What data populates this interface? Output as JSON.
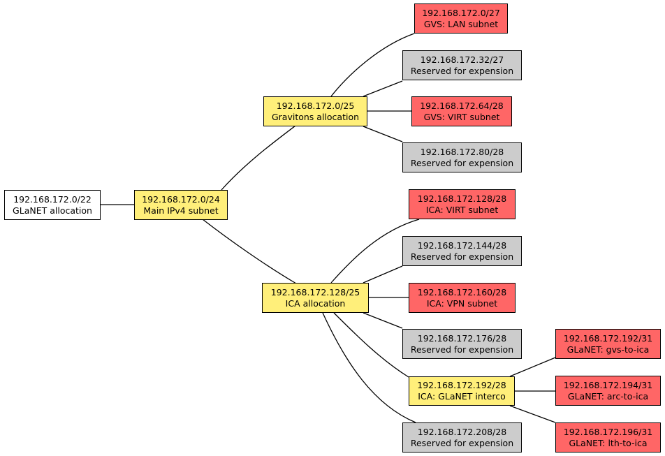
{
  "colors": {
    "allocation": "#ffef7a",
    "subnet": "#ff6666",
    "reserved": "#cccccc",
    "root": "#ffffff"
  },
  "nodes": {
    "root": {
      "cidr": "192.168.172.0/22",
      "label": "GLaNET allocation",
      "kind": "root"
    },
    "main": {
      "cidr": "192.168.172.0/24",
      "label": "Main IPv4 subnet",
      "kind": "allocation"
    },
    "gravitons": {
      "cidr": "192.168.172.0/25",
      "label": "Gravitons allocation",
      "kind": "allocation"
    },
    "ica": {
      "cidr": "192.168.172.128/25",
      "label": "ICA allocation",
      "kind": "allocation"
    },
    "gvs_lan": {
      "cidr": "192.168.172.0/27",
      "label": "GVS: LAN subnet",
      "kind": "subnet"
    },
    "res_32": {
      "cidr": "192.168.172.32/27",
      "label": "Reserved for expension",
      "kind": "reserved"
    },
    "gvs_virt": {
      "cidr": "192.168.172.64/28",
      "label": "GVS: VIRT subnet",
      "kind": "subnet"
    },
    "res_80": {
      "cidr": "192.168.172.80/28",
      "label": "Reserved for expension",
      "kind": "reserved"
    },
    "ica_virt": {
      "cidr": "192.168.172.128/28",
      "label": "ICA: VIRT subnet",
      "kind": "subnet"
    },
    "res_144": {
      "cidr": "192.168.172.144/28",
      "label": "Reserved for expension",
      "kind": "reserved"
    },
    "ica_vpn": {
      "cidr": "192.168.172.160/28",
      "label": "ICA: VPN subnet",
      "kind": "subnet"
    },
    "res_176": {
      "cidr": "192.168.172.176/28",
      "label": "Reserved for expension",
      "kind": "reserved"
    },
    "ica_interco": {
      "cidr": "192.168.172.192/28",
      "label": "ICA: GLaNET interco",
      "kind": "allocation"
    },
    "res_208": {
      "cidr": "192.168.172.208/28",
      "label": "Reserved for expension",
      "kind": "reserved"
    },
    "gvs_to_ica": {
      "cidr": "192.168.172.192/31",
      "label": "GLaNET: gvs-to-ica",
      "kind": "subnet"
    },
    "arc_to_ica": {
      "cidr": "192.168.172.194/31",
      "label": "GLaNET: arc-to-ica",
      "kind": "subnet"
    },
    "lth_to_ica": {
      "cidr": "192.168.172.196/31",
      "label": "GLaNET: lth-to-ica",
      "kind": "subnet"
    }
  },
  "edges": [
    [
      "root",
      "main"
    ],
    [
      "main",
      "gravitons"
    ],
    [
      "main",
      "ica"
    ],
    [
      "gravitons",
      "gvs_lan"
    ],
    [
      "gravitons",
      "res_32"
    ],
    [
      "gravitons",
      "gvs_virt"
    ],
    [
      "gravitons",
      "res_80"
    ],
    [
      "ica",
      "ica_virt"
    ],
    [
      "ica",
      "res_144"
    ],
    [
      "ica",
      "ica_vpn"
    ],
    [
      "ica",
      "res_176"
    ],
    [
      "ica",
      "ica_interco"
    ],
    [
      "ica",
      "res_208"
    ],
    [
      "ica_interco",
      "gvs_to_ica"
    ],
    [
      "ica_interco",
      "arc_to_ica"
    ],
    [
      "ica_interco",
      "lth_to_ica"
    ]
  ]
}
